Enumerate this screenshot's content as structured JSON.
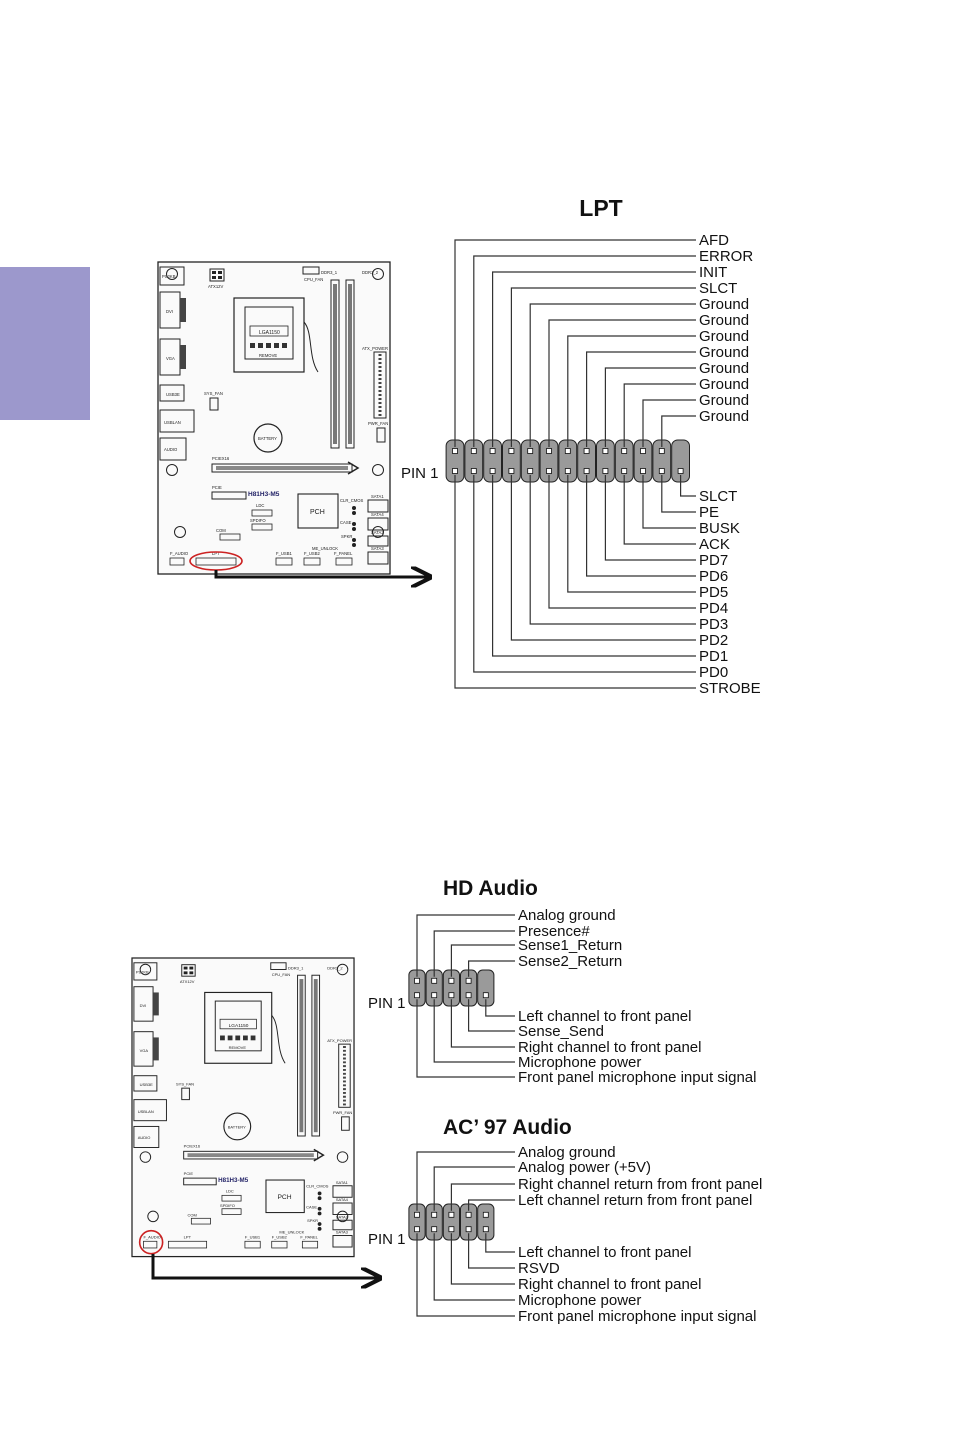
{
  "colors": {
    "side_tab": "#9c98cc",
    "pin_header": "#9a9a9a",
    "line": "#333333",
    "callout": "#cc2222"
  },
  "lpt": {
    "title": "LPT",
    "pin1_label": "PIN 1",
    "top_labels": [
      "AFD",
      "ERROR",
      "INIT",
      "SLCT",
      "Ground",
      "Ground",
      "Ground",
      "Ground",
      "Ground",
      "Ground",
      "Ground",
      "Ground"
    ],
    "bottom_labels": [
      "SLCT",
      "PE",
      "BUSK",
      "ACK",
      "PD7",
      "PD6",
      "PD5",
      "PD4",
      "PD3",
      "PD2",
      "PD1",
      "PD0",
      "STROBE"
    ]
  },
  "hd_audio": {
    "title": "HD Audio",
    "pin1_label": "PIN 1",
    "top_labels": [
      "Analog ground",
      "Presence#",
      "Sense1_Return",
      "Sense2_Return"
    ],
    "bottom_labels": [
      "Left channel to front panel",
      "Sense_Send",
      "Right channel to front panel",
      "Microphone power",
      "Front panel microphone input signal"
    ]
  },
  "ac97_audio": {
    "title": "AC’ 97 Audio",
    "pin1_label": "PIN 1",
    "top_labels": [
      "Analog ground",
      "Analog power (+5V)",
      "Right channel return from front panel",
      "Left channel return from front panel"
    ],
    "bottom_labels": [
      "Left channel to front panel",
      "RSVD",
      "Right channel to front panel",
      "Microphone power",
      "Front panel microphone input signal"
    ]
  },
  "board_labels": {
    "ps2": "PS2KB",
    "atx12v": "ATX12V",
    "cpu_fan": "CPU_FAN",
    "ddr3_1": "DDR3_1",
    "ddr3_2": "DDR3_2",
    "socket": "LGA1150",
    "remove": "REMOVE",
    "atx_power": "ATX_POWER",
    "vga": "VGA",
    "dvi": "DVI",
    "usb3": "USB3E",
    "sys_fan": "SYS_FAN",
    "usblan": "USBLAN",
    "pwr_fan": "PWR_FAN",
    "battery": "BATTERY",
    "audio": "AUDIO",
    "pciex16": "PCIEX16",
    "pcie": "PCIE",
    "model": "H81H3-M5",
    "ldc": "LDC",
    "spdifo": "SPDIFO",
    "com": "COM",
    "pch": "PCH",
    "clr_cmos": "CLR_CMOS",
    "case": "CASE",
    "spkr": "SPKR",
    "sata1": "SATA1",
    "sata2": "SATA2",
    "sata3": "SATA3",
    "sata4": "SATA4",
    "me_unlock": "ME_UNLOCK",
    "f_audio": "F_AUDIO",
    "lpt": "LPT",
    "f_usb1": "F_USB1",
    "f_usb2": "F_USB2",
    "f_panel": "F_PANEL"
  }
}
